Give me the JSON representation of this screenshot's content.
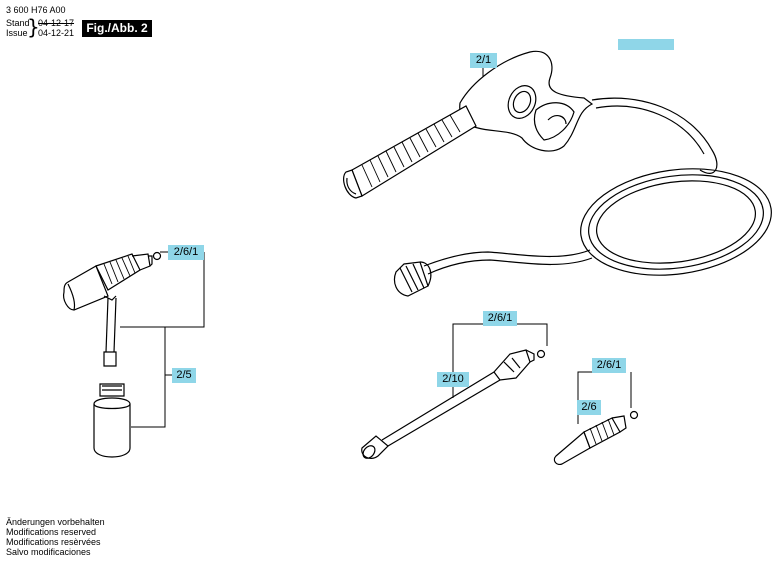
{
  "header": {
    "part_number": "3 600 H76 A00",
    "stand_label": "Stand",
    "issue_label": "Issue",
    "date_old": "04-12-17",
    "date_new": "04-12-21",
    "figure_label": "Fig./Abb. 2"
  },
  "callouts": {
    "trigger_gun": "2/1",
    "oring_left": "2/6/1",
    "detergent_bottle": "2/5",
    "oring_lance": "2/6/1",
    "lance": "2/10",
    "oring_nozzle": "2/6/1",
    "nozzle": "2/6"
  },
  "footer": [
    "Änderungen vorbehalten",
    "Modifications reserved",
    "Modifications resèrvées",
    "Salvo modificaciones"
  ]
}
